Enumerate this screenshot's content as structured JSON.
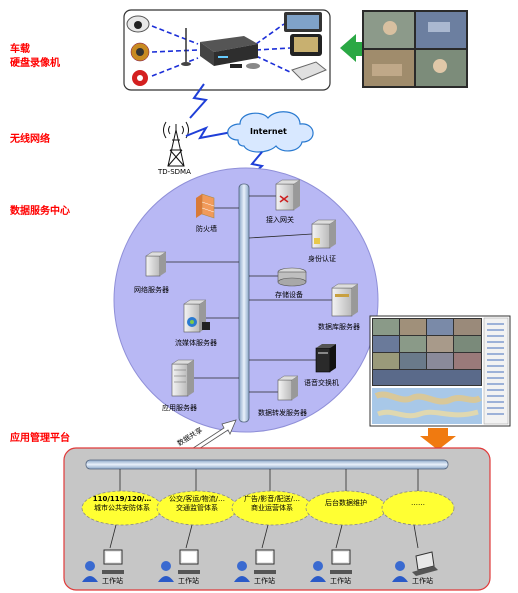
{
  "sections": {
    "vehicle_line1": "车载",
    "vehicle_line2": "硬盘录像机",
    "wireless": "无线网络",
    "data_center": "数据服务中心",
    "app_platform": "应用管理平台"
  },
  "network": {
    "internet": "Internet",
    "tower": "TD-SDMA"
  },
  "servers": {
    "firewall": "防火墙",
    "gateway": "接入网关",
    "auth": "身份认证",
    "network_server": "网络服务器",
    "storage": "存储设备",
    "database": "数据库服务器",
    "streaming": "流媒体服务器",
    "app_server": "应用服务器",
    "voice_switch": "语音交换机",
    "data_forward": "数据转发服务器"
  },
  "sharing": "数据共享",
  "systems": [
    {
      "line1": "110/119/120/…",
      "line2": "城市公共安防体系"
    },
    {
      "line1": "公交/客运/物流/…",
      "line2": "交通监管体系"
    },
    {
      "line1": "广告/影音/配送/…",
      "line2": "商业运营体系"
    },
    {
      "line1": "后台数据维护",
      "line2": ""
    },
    {
      "line1": "……",
      "line2": ""
    }
  ],
  "workstations": [
    "工作站",
    "工作站",
    "工作站",
    "工作站",
    "工作站"
  ],
  "colors": {
    "section_red": "#ff0000",
    "circle": "#b8b8f4",
    "platform_bg": "#c6c6c6",
    "platform_border": "#e03a3a",
    "ellipse": "#ffff33",
    "cloud": "#d8e8ff",
    "arrow_green": "#2aa844",
    "arrow_orange": "#f07a10",
    "lightning": "#1f3fd8"
  }
}
